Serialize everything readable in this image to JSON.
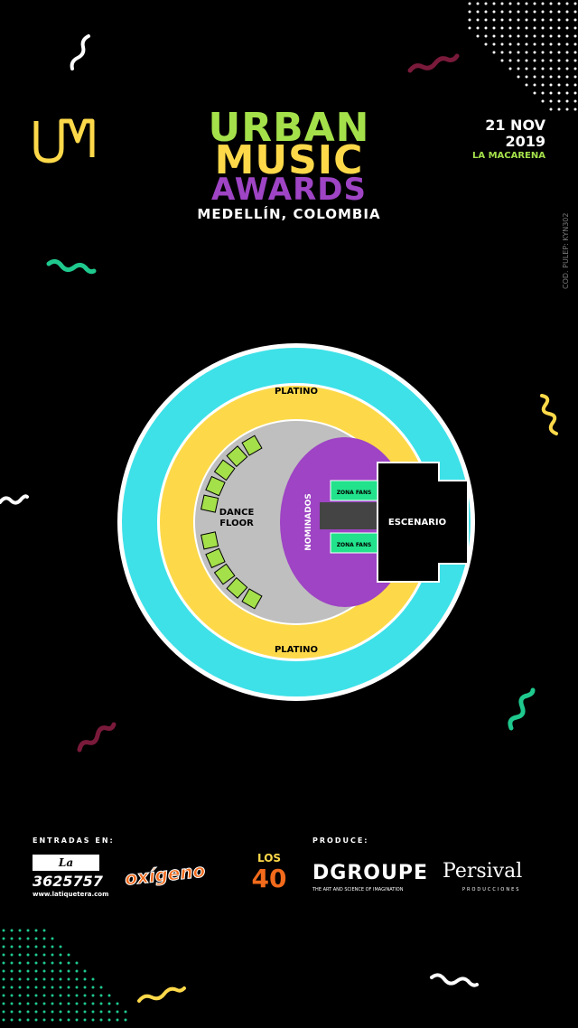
{
  "header": {
    "title_line1": "URBAN",
    "title_line2": "MUSIC",
    "title_line3": "AWARDS",
    "subtitle": "MEDELLÍN, COLOMBIA",
    "logo_text": "UM",
    "date_line1": "21 NOV",
    "date_line2": "2019",
    "venue": "LA MACARENA",
    "code": "COD. PULEP: KYN302"
  },
  "map": {
    "platino_top": "PLATINO",
    "platino_bottom": "PLATINO",
    "dance_floor_line1": "DANCE",
    "dance_floor_line2": "FLOOR",
    "nominados": "NOMINADOS",
    "zona_fans_top": "ZONA FANS",
    "zona_fans_bottom": "ZONA FANS",
    "escenario": "ESCENARIO"
  },
  "footer": {
    "entradas_label": "ENTRADAS EN:",
    "tiquetera_name": "La Tiquetera",
    "tiquetera_phone": "3625757",
    "tiquetera_url": "www.latiquetera.com",
    "oxigeno_logo": "oxígeno",
    "los40_logo_line1": "LOS",
    "los40_logo_line2": "40",
    "produce_label": "PRODUCE:",
    "dgroupe_logo": "DGROUPE",
    "dgroupe_tagline": "THE ART AND SCIENCE OF IMAGINATION",
    "persival_logo": "Persival",
    "persival_tagline": "PRODUCCIONES"
  },
  "colors": {
    "background": "#000000",
    "green": "#A4E04A",
    "yellow": "#FDD94A",
    "purple": "#9E44C4",
    "cyan": "#3EE1E8",
    "ring_yellow": "#FDD94A",
    "grey": "#BFBFBF",
    "zone_green": "#22E38C",
    "maroon": "#7A1A3A",
    "teal": "#1FC98E"
  }
}
